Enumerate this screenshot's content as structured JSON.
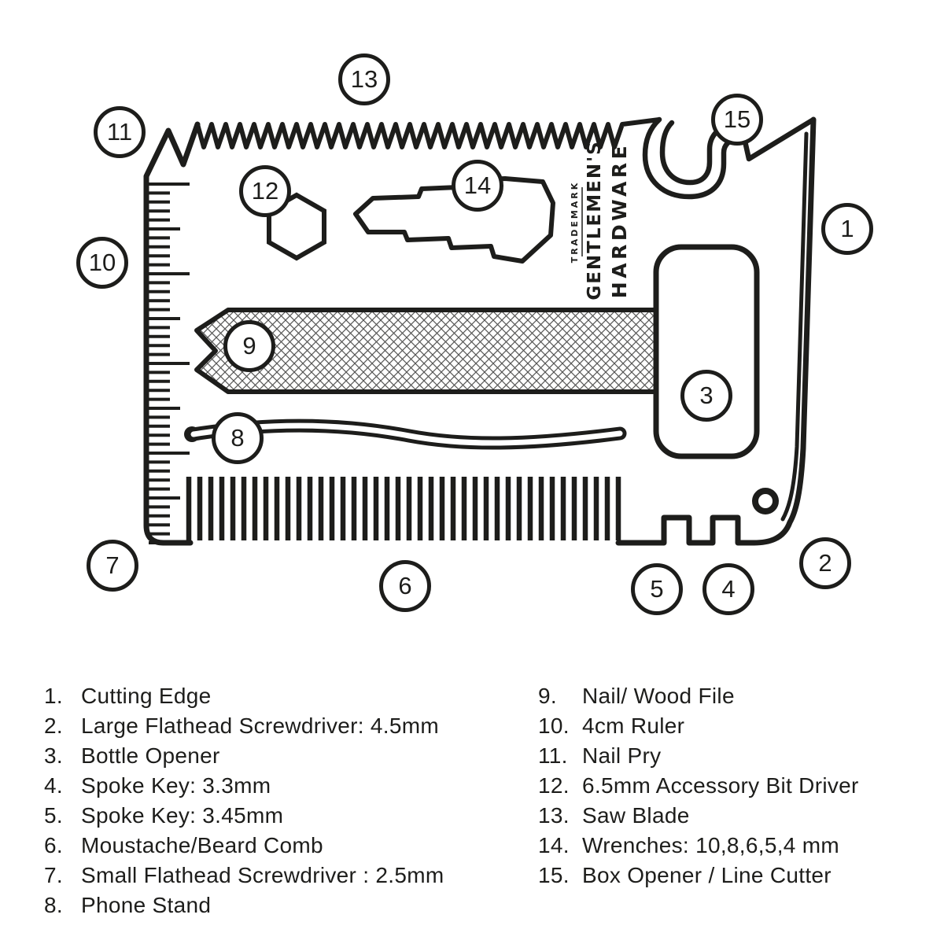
{
  "brand": {
    "line1": "GENTLEMEN'S",
    "line2": "HARDWARE",
    "trademark": "TRADEMARK"
  },
  "callouts": [
    "1",
    "2",
    "3",
    "4",
    "5",
    "6",
    "7",
    "8",
    "9",
    "10",
    "11",
    "12",
    "13",
    "14",
    "15"
  ],
  "legend": {
    "left": [
      {
        "num": "1.",
        "label": "Cutting Edge"
      },
      {
        "num": "2.",
        "label": "Large Flathead Screwdriver: 4.5mm"
      },
      {
        "num": "3.",
        "label": "Bottle Opener"
      },
      {
        "num": "4.",
        "label": "Spoke Key: 3.3mm"
      },
      {
        "num": "5.",
        "label": "Spoke Key: 3.45mm"
      },
      {
        "num": "6.",
        "label": "Moustache/Beard Comb"
      },
      {
        "num": "7.",
        "label": "Small Flathead Screwdriver : 2.5mm"
      },
      {
        "num": "8.",
        "label": "Phone Stand"
      }
    ],
    "right": [
      {
        "num": "9.",
        "label": "Nail/ Wood File"
      },
      {
        "num": "10.",
        "label": "4cm Ruler"
      },
      {
        "num": "11.",
        "label": "Nail Pry"
      },
      {
        "num": "12.",
        "label": "6.5mm Accessory Bit Driver"
      },
      {
        "num": "13.",
        "label": "Saw Blade"
      },
      {
        "num": "14.",
        "label": "Wrenches: 10,8,6,5,4 mm"
      },
      {
        "num": "15.",
        "label": "Box Opener / Line Cutter"
      }
    ]
  },
  "colors": {
    "ink": "#1d1d1b"
  }
}
